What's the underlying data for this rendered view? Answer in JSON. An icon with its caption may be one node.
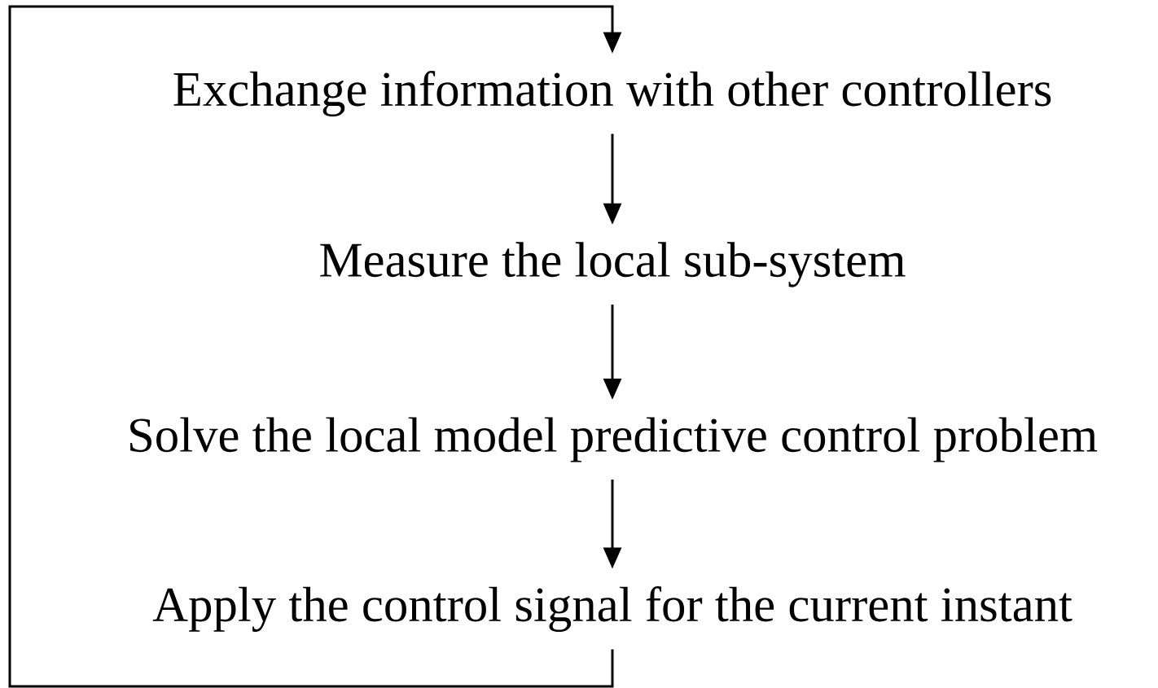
{
  "diagram": {
    "nodes": [
      {
        "text": [
          "Exchange information with other controllers"
        ]
      },
      {
        "text": [
          "Measure the local sub-system"
        ]
      },
      {
        "text": [
          "Solve the local model predictive control problem"
        ]
      },
      {
        "text": [
          "Apply the control signal for the current instant"
        ]
      }
    ],
    "edges": [
      {
        "from": 0,
        "to": 1,
        "arrow": "to"
      },
      {
        "from": 1,
        "to": 2,
        "arrow": "to"
      },
      {
        "from": 2,
        "to": 3,
        "arrow": "to"
      },
      {
        "from": 3,
        "to": 0,
        "arrow": "to"
      }
    ]
  }
}
